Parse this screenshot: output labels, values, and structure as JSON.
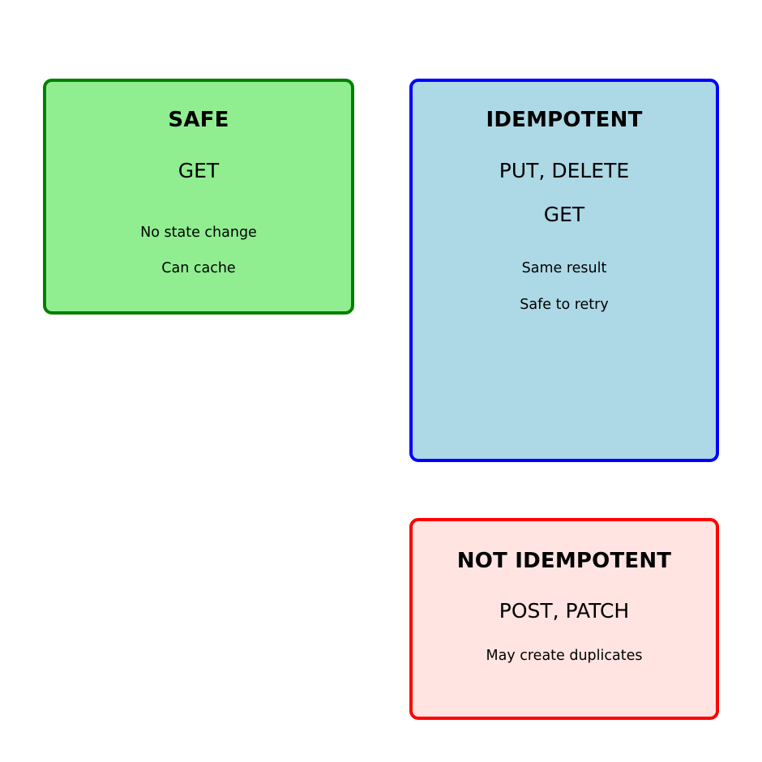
{
  "diagram": {
    "type": "concept-cards",
    "background": "#ffffff",
    "cards": [
      {
        "id": "safe",
        "title": "SAFE",
        "methods": [
          "GET"
        ],
        "notes": [
          "No state change",
          "Can cache"
        ],
        "fill": "#90EE90",
        "border": "#008000"
      },
      {
        "id": "idempotent",
        "title": "IDEMPOTENT",
        "methods": [
          "PUT, DELETE",
          "GET"
        ],
        "notes": [
          "Same result",
          "Safe to retry"
        ],
        "fill": "#ADD8E6",
        "border": "#0000FF"
      },
      {
        "id": "not-idempotent",
        "title": "NOT IDEMPOTENT",
        "methods": [
          "POST, PATCH"
        ],
        "notes": [
          "May create duplicates"
        ],
        "fill": "#FFE4E1",
        "border": "#FF0000"
      }
    ]
  }
}
